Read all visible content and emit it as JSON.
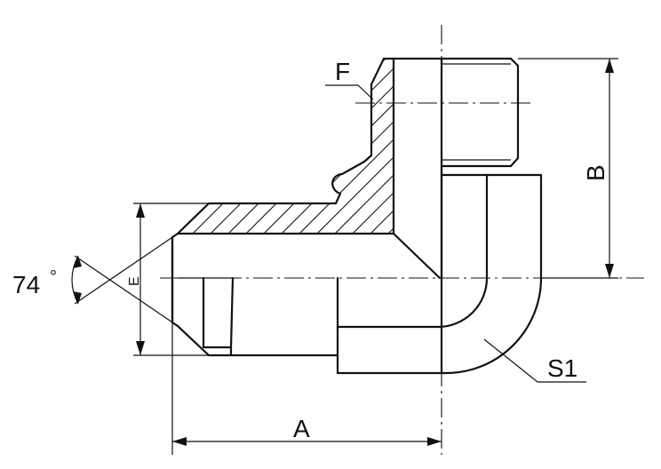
{
  "labels": {
    "angle": "74",
    "degree": "°",
    "e": "E",
    "f": "F",
    "b": "B",
    "a": "A",
    "s1": "S1"
  }
}
